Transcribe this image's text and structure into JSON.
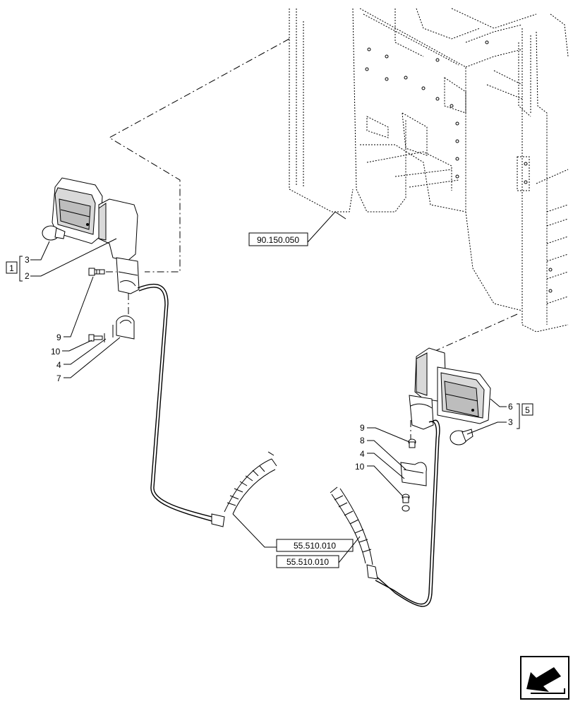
{
  "references": {
    "cab_ref": "90.150.050",
    "harness_ref_1": "55.510.010",
    "harness_ref_2": "55.510.010"
  },
  "left_assembly": {
    "group": "1",
    "items": [
      "3",
      "2",
      "9",
      "10",
      "4",
      "7"
    ]
  },
  "right_assembly": {
    "group": "5",
    "items_top": [
      "6",
      "3"
    ],
    "items_bottom": [
      "9",
      "8",
      "4",
      "10"
    ]
  },
  "icons": {
    "nav": "back-arrow-icon"
  }
}
